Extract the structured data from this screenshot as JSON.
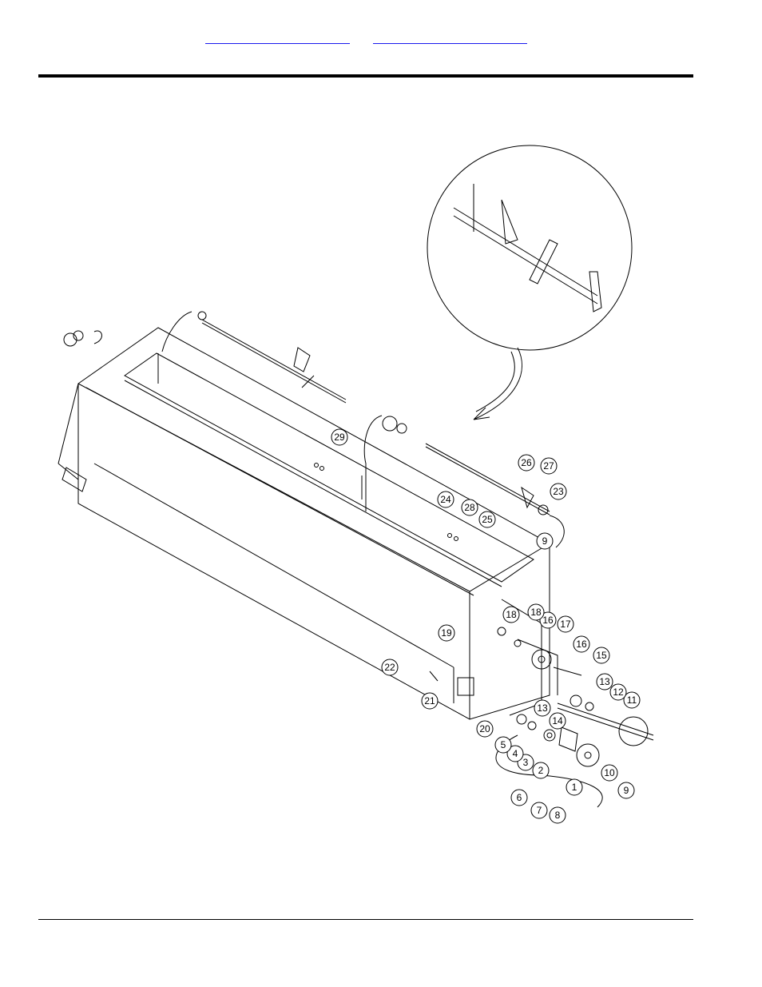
{
  "header": {
    "link_left": "",
    "link_right": ""
  },
  "callouts": [
    "1",
    "2",
    "3",
    "4",
    "5",
    "6",
    "7",
    "8",
    "9",
    "9",
    "10",
    "11",
    "12",
    "13",
    "13",
    "14",
    "15",
    "16",
    "16",
    "17",
    "18",
    "18",
    "19",
    "20",
    "21",
    "22",
    "23",
    "24",
    "25",
    "26",
    "27",
    "28",
    "29"
  ]
}
